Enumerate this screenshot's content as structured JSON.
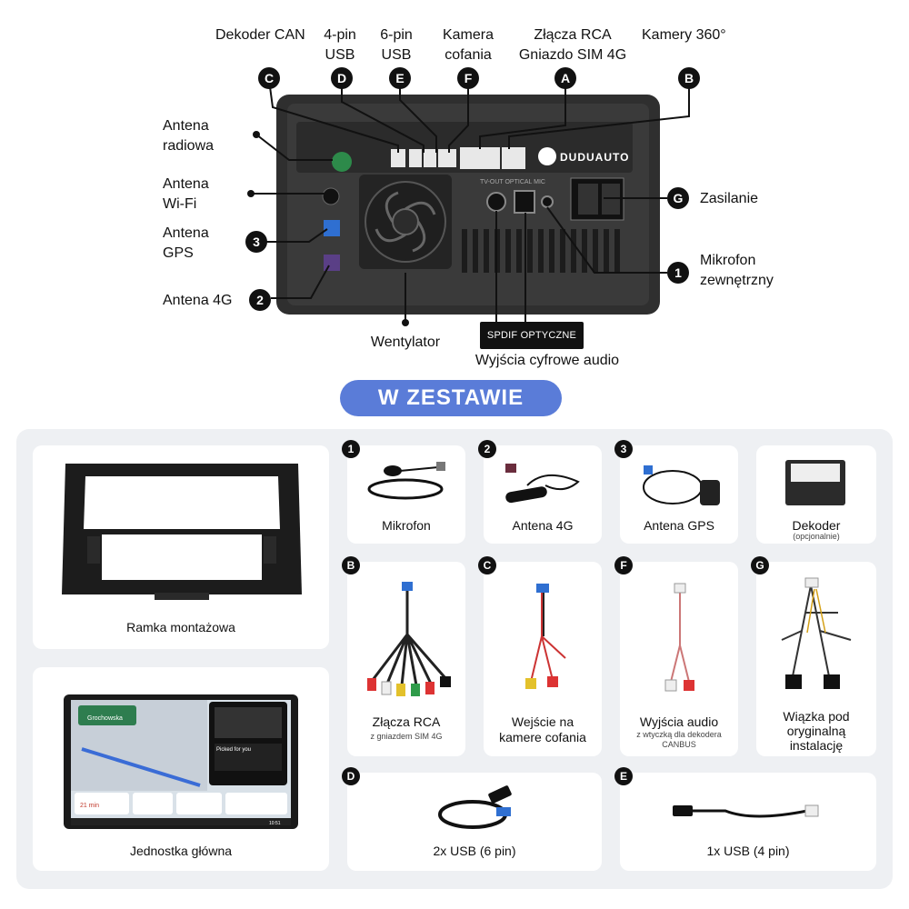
{
  "diagram": {
    "top_labels": {
      "dekoder_can": "Dekoder CAN",
      "usb4": [
        "4-pin",
        "USB"
      ],
      "usb6": [
        "6-pin",
        "USB"
      ],
      "kamera": [
        "Kamera",
        "cofania"
      ],
      "rca": [
        "Złącza RCA",
        "Gniazdo SIM 4G"
      ],
      "kamery360": "Kamery 360°"
    },
    "left_labels": {
      "antena_radiowa": [
        "Antena",
        "radiowa"
      ],
      "antena_wifi": [
        "Antena",
        "Wi-Fi"
      ],
      "antena_gps": [
        "Antena",
        "GPS"
      ],
      "antena_4g": "Antena 4G"
    },
    "right_labels": {
      "zasilanie": "Zasilanie",
      "mikrofon": [
        "Mikrofon",
        "zewnętrzny"
      ]
    },
    "bottom_labels": {
      "wentylator": "Wentylator",
      "spdif": "SPDIF OPTYCZNE",
      "wyjscia": "Wyjścia cyfrowe audio"
    },
    "badges": {
      "c": "C",
      "d": "D",
      "e": "E",
      "f": "F",
      "a": "A",
      "b": "B",
      "g": "G",
      "n1": "1",
      "n2": "2",
      "n3": "3"
    },
    "brand": "DUDUAUTO",
    "port_label": "TV-OUT  OPTICAL  MIC"
  },
  "section_title": "W ZESTAWIE",
  "kit": {
    "ramka": {
      "label": "Ramka montażowa"
    },
    "jednostka": {
      "label": "Jednostka główna"
    },
    "mikrofon": {
      "badge": "1",
      "label": "Mikrofon"
    },
    "antena4g": {
      "badge": "2",
      "label": "Antena 4G"
    },
    "gps": {
      "badge": "3",
      "label": "Antena GPS"
    },
    "dekoder": {
      "label": "Dekoder",
      "sub": "(opcjonalnie)"
    },
    "rca": {
      "badge": "B",
      "label": "Złącza RCA",
      "sub": "z gniazdem SIM 4G"
    },
    "kamera": {
      "badge": "C",
      "label1": "Wejście na",
      "label2": "kamere cofania"
    },
    "audio": {
      "badge": "F",
      "label": "Wyjścia audio",
      "sub1": "z wtyczką dla dekodera",
      "sub2": "CANBUS"
    },
    "wiazka": {
      "badge": "G",
      "label1": "Wiązka pod",
      "label2": "oryginalną",
      "label3": "instalację"
    },
    "usb6": {
      "badge": "D",
      "label": "2x USB (6 pin)"
    },
    "usb4": {
      "badge": "E",
      "label": "1x USB (4 pin)"
    }
  },
  "screen": {
    "nav_distance": "21 min",
    "street": "Grochowska",
    "picked_for_you": "Picked for you",
    "time": "10:51"
  }
}
